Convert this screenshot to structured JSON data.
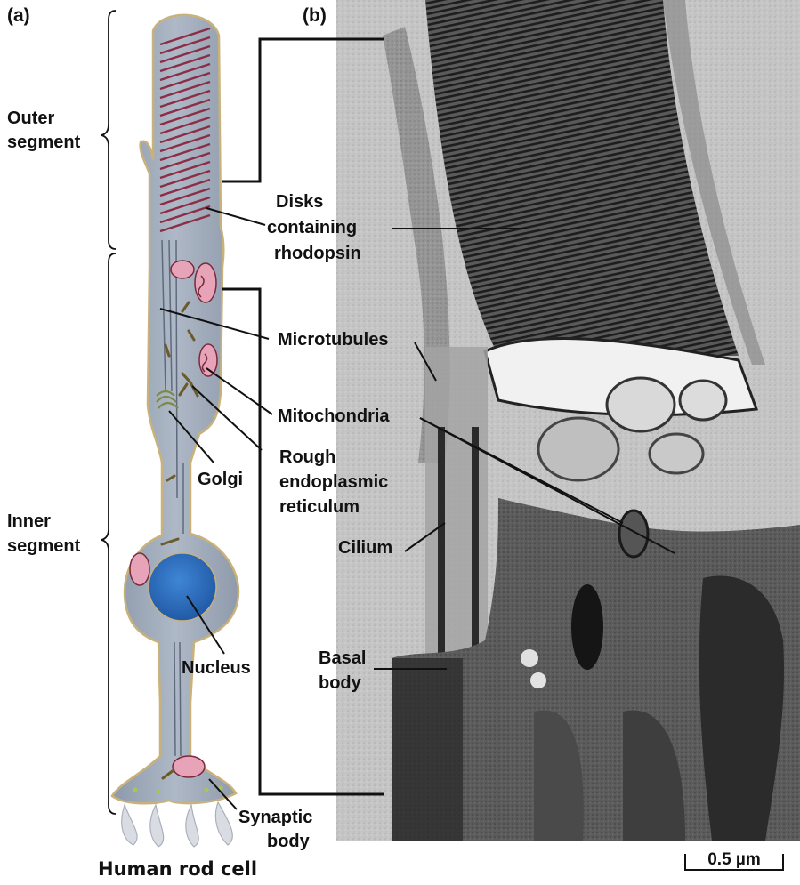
{
  "figure": {
    "panel_a": "(a)",
    "panel_b": "(b)",
    "caption": "Human rod cell",
    "scale_bar": "0.5 µm"
  },
  "segments": {
    "outer": [
      "Outer",
      "segment"
    ],
    "inner": [
      "Inner",
      "segment"
    ]
  },
  "labels": {
    "disks": [
      "Disks",
      "containing",
      "rhodopsin"
    ],
    "microtubules": "Microtubules",
    "mitochondria": "Mitochondria",
    "rough_er": [
      "Rough",
      "endoplasmic",
      "reticulum"
    ],
    "golgi": "Golgi",
    "cilium": "Cilium",
    "nucleus": "Nucleus",
    "basal_body": [
      "Basal",
      "body"
    ],
    "synaptic_body": [
      "Synaptic",
      "body"
    ]
  },
  "colors": {
    "cytoplasm": "#9aa6b8",
    "cell_outline": "#c9b27a",
    "disk_stripes": "#8c2c45",
    "mitochondria": "#e7a3b8",
    "nucleus": "#2f6fc0",
    "golgi": "#7d8a45",
    "micrograph_bg": "#c8c8c8",
    "micrograph_dark": "#202020"
  }
}
